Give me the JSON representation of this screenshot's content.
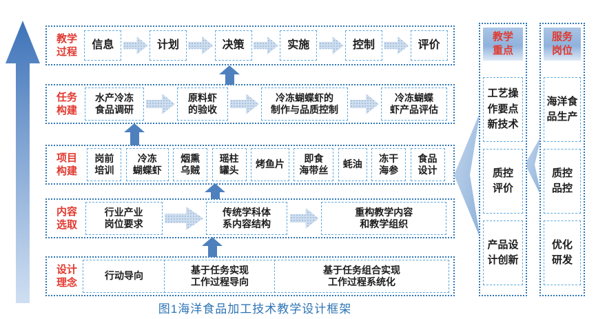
{
  "caption": "图1海洋食品加工技术教学设计框架",
  "rows": [
    {
      "label": "教学\n过程",
      "items": [
        "信息",
        "计划",
        "决策",
        "实施",
        "控制",
        "评价"
      ]
    },
    {
      "label": "任务\n构建",
      "items": [
        "水产冷冻\n食品调研",
        "原料虾\n的验收",
        "冷冻蝴蝶虾的\n制作与品质控制",
        "冷冻蝴蝶\n虾产品评估"
      ]
    },
    {
      "label": "项目\n构建",
      "items": [
        "岗前\n培训",
        "冷冻\n蝴蝶虾",
        "烟熏\n乌贼",
        "瑶柱\n罐头",
        "烤鱼片",
        "即食\n海带丝",
        "蚝油",
        "冻干\n海参",
        "食品\n设计"
      ]
    },
    {
      "label": "内容\n选取",
      "items": [
        "行业产业\n岗位要求",
        "传统学科体\n系内容结构",
        "重构教学内容\n和教学组织"
      ]
    },
    {
      "label": "设计\n理念",
      "items": [
        "行动导向",
        "基于任务实现\n工作过程导向",
        "基于任务组合实现\n工作过程系统化"
      ]
    }
  ],
  "columns": [
    {
      "header": "教学\n重点",
      "items": [
        "工艺操\n作要点\n新技术",
        "质控\n评价",
        "产品设\n计创新"
      ]
    },
    {
      "header": "服务\n岗位",
      "items": [
        "海洋食\n品生产",
        "质控\n品控",
        "优化\n研发"
      ]
    }
  ],
  "colors": {
    "label_red": "#e03a30",
    "outer_border_blue": "#2e75b6",
    "inner_border_blue": "#5fa8dc",
    "solid_arrow_blue": "#4e80bd",
    "textured_arrow_blue": "#b9cfe8",
    "caption_blue": "#2e74b5"
  }
}
